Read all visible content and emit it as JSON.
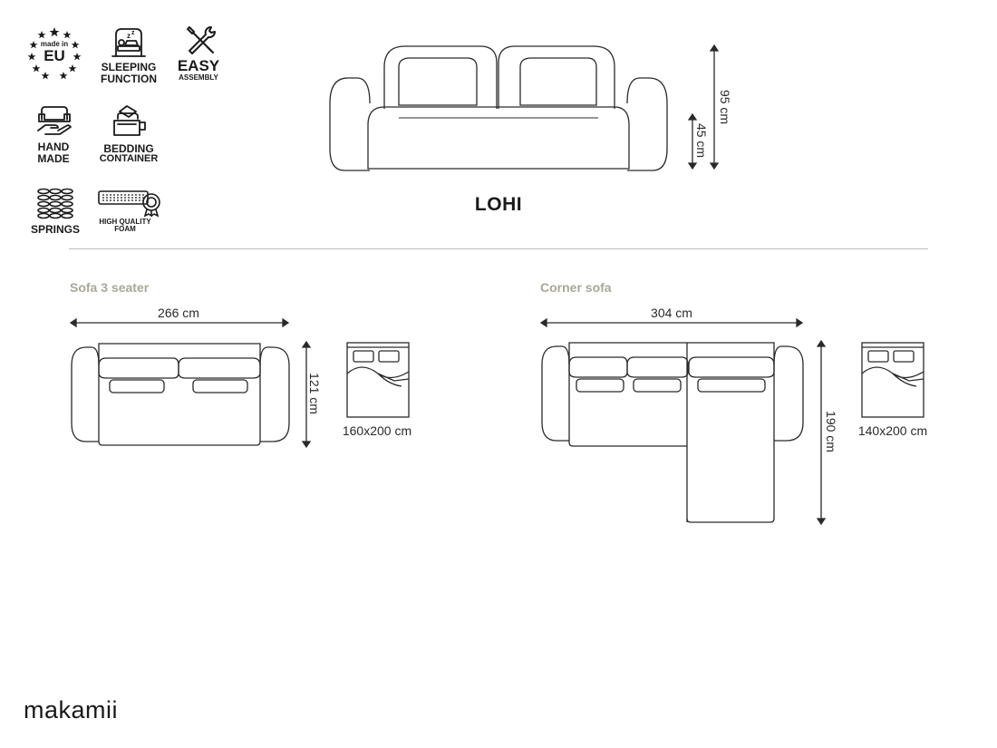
{
  "features": {
    "made_in_top": "made in",
    "made_in_main": "EU",
    "sleeping": "SLEEPING FUNCTION",
    "easy": "EASY",
    "assembly": "ASSEMBLY",
    "hand_made": "HAND MADE",
    "bedding": "BEDDING",
    "container": "CONTAINER",
    "springs": "SPRINGS",
    "foam": "HIGH QUALITY FOAM"
  },
  "product": {
    "name": "LOHI",
    "height_total": "95 cm",
    "height_seat": "45 cm"
  },
  "sofa3": {
    "label": "Sofa 3 seater",
    "width": "266 cm",
    "depth": "121 cm",
    "bed": "160x200 cm"
  },
  "corner": {
    "label": "Corner sofa",
    "width": "304 cm",
    "depth": "190 cm",
    "bed": "140x200 cm"
  },
  "brand": {
    "name": "makamii"
  },
  "colors": {
    "line": "#2a2a2a",
    "section_label": "#a9a797",
    "divider": "#bdbdbd"
  }
}
